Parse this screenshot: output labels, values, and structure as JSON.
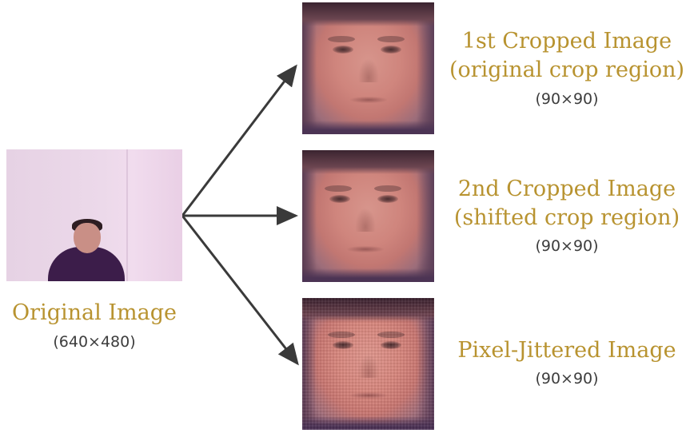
{
  "original": {
    "title": "Original Image",
    "size": "(640×480)"
  },
  "crops": [
    {
      "title_line1": "1st Cropped Image",
      "title_line2": "(original crop region)",
      "size": "(90×90)"
    },
    {
      "title_line1": "2nd Cropped Image",
      "title_line2": "(shifted crop region)",
      "size": "(90×90)"
    },
    {
      "title_line1": "Pixel-Jittered Image",
      "size": "(90×90)"
    }
  ],
  "colors": {
    "title_gold": "#b89330",
    "size_gray": "#3d3d3d",
    "arrow": "#3a3a3a"
  }
}
